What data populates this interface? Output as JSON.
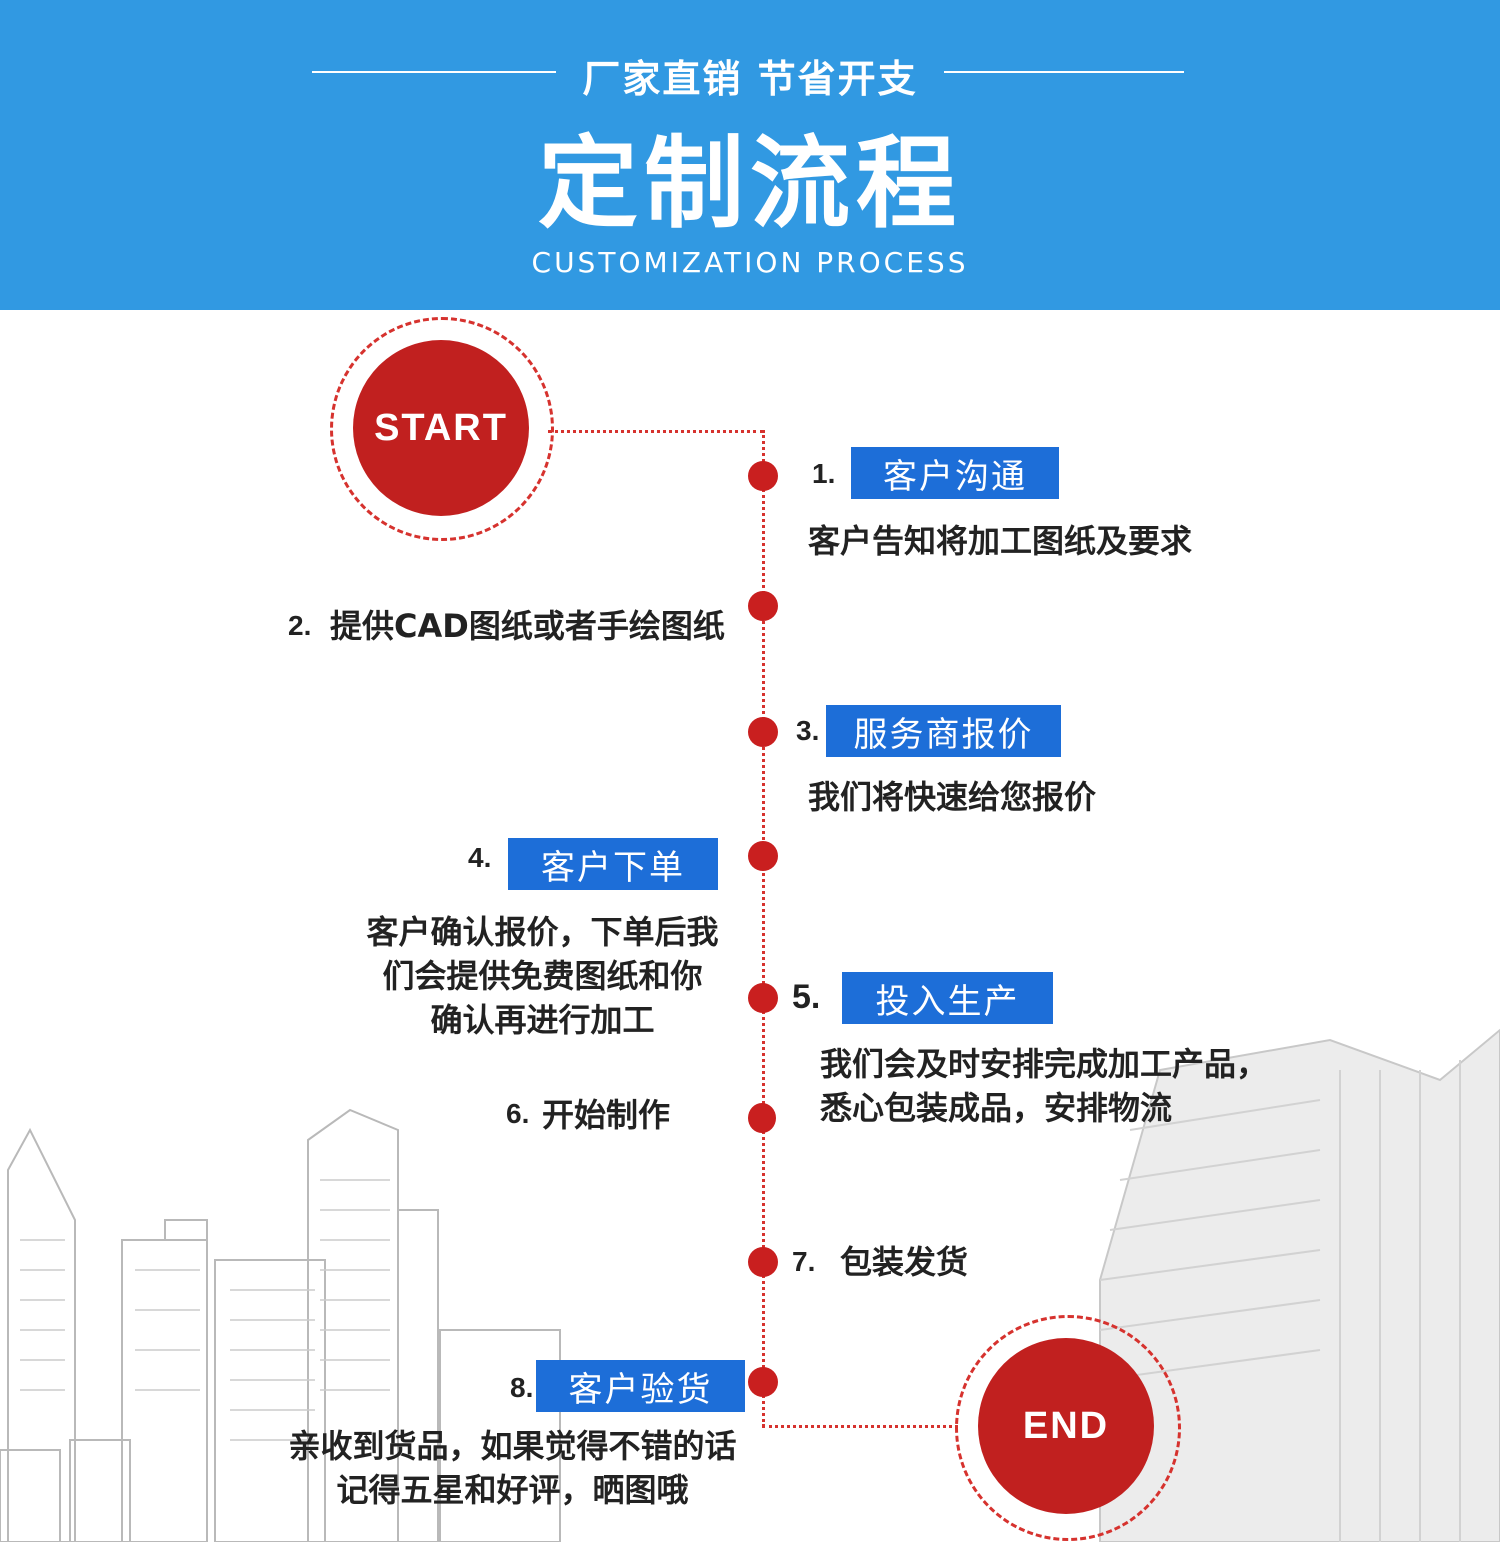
{
  "header": {
    "subtitle": "厂家直销 节省开支",
    "title": "定制流程",
    "subtitle_en": "CUSTOMIZATION PROCESS"
  },
  "start_label": "START",
  "end_label": "END",
  "steps": [
    {
      "num": "1.",
      "badge": "客户沟通",
      "desc": "客户告知将加工图纸及要求"
    },
    {
      "num": "2.",
      "label": "提供CAD图纸或者手绘图纸"
    },
    {
      "num": "3.",
      "badge": "服务商报价",
      "desc": "我们将快速给您报价"
    },
    {
      "num": "4.",
      "badge": "客户下单",
      "desc": [
        "客户确认报价，下单后我",
        "们会提供免费图纸和你",
        "确认再进行加工"
      ]
    },
    {
      "num": "5.",
      "badge": "投入生产",
      "desc": [
        "我们会及时安排完成加工产品，",
        "悉心包装成品，安排物流"
      ]
    },
    {
      "num": "6.",
      "label": "开始制作"
    },
    {
      "num": "7.",
      "label": "包装发货"
    },
    {
      "num": "8.",
      "badge": "客户验货",
      "desc": [
        "亲收到货品，如果觉得不错的话",
        "记得五星和好评，晒图哦"
      ]
    }
  ],
  "colors": {
    "header_blue": "#3199e2",
    "badge_blue": "#1d6ed8",
    "red": "#c1201f"
  }
}
